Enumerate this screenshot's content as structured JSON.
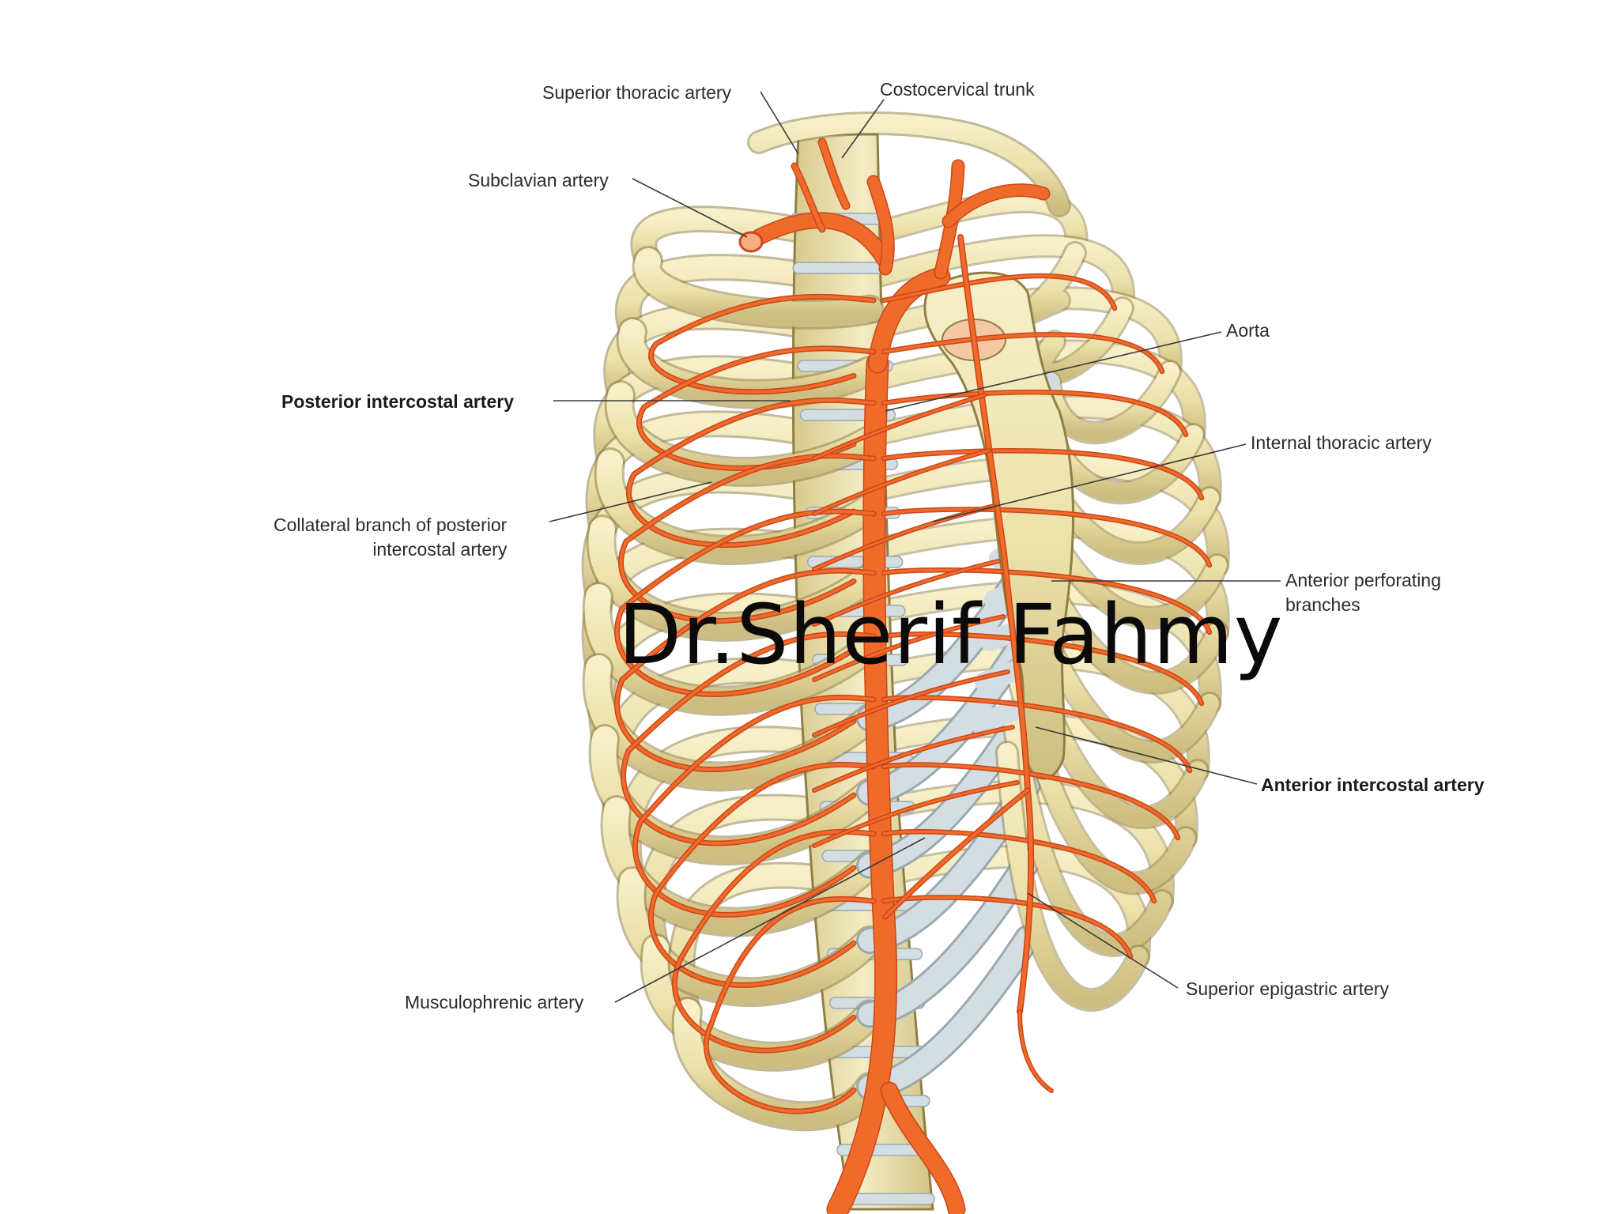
{
  "labels": {
    "superior_thoracic_artery": "Superior thoracic artery",
    "costocervical_trunk": "Costocervical trunk",
    "subclavian_artery": "Subclavian artery",
    "aorta": "Aorta",
    "posterior_intercostal_artery": "Posterior intercostal artery",
    "internal_thoracic_artery": "Internal thoracic artery",
    "collateral_branch": "Collateral branch of posterior\nintercostal artery",
    "anterior_perforating_branches": "Anterior perforating\nbranches",
    "anterior_intercostal_artery": "Anterior intercostal artery",
    "superior_epigastric_artery": "Superior epigastric artery",
    "musculophrenic_artery": "Musculophrenic artery"
  },
  "watermark": "Dr.Sherif Fahmy",
  "colors": {
    "bone": "#efe6b4",
    "bone_shadow": "#c9b97a",
    "bone_edge": "#8f7f45",
    "cartilage": "#d3dde2",
    "artery": "#f06a2a",
    "artery_dark": "#c9471a",
    "leader_line": "#3a3a3a",
    "text": "#2b2b2b"
  }
}
